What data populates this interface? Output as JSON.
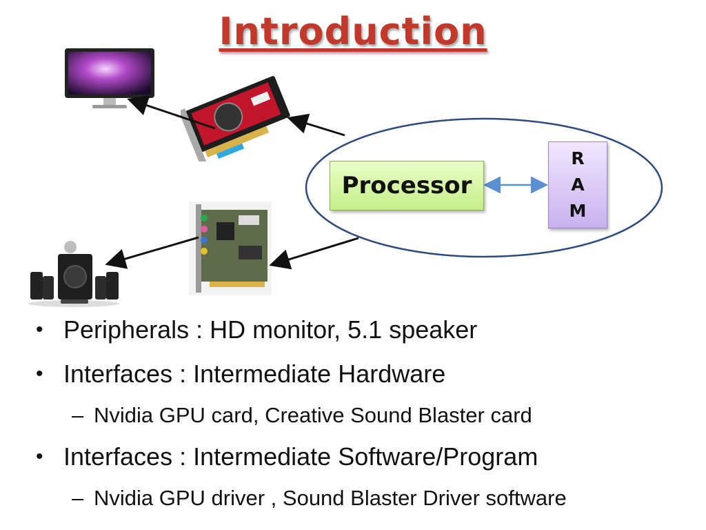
{
  "title": "Introduction",
  "diagram": {
    "processor": "Processor",
    "ram": [
      "R",
      "A",
      "M"
    ]
  },
  "bullets": [
    {
      "level": 1,
      "text": "Peripherals :  HD monitor, 5.1 speaker"
    },
    {
      "level": 1,
      "text": "Interfaces :  Intermediate Hardware"
    },
    {
      "level": 2,
      "text": "Nvidia GPU card,  Creative Sound Blaster card"
    },
    {
      "level": 1,
      "text": "Interfaces : Intermediate Software/Program"
    },
    {
      "level": 2,
      "text": "Nvidia GPU driver , Sound Blaster Driver software"
    }
  ],
  "colors": {
    "title": "#c0392b",
    "ellipse": "#2e4a7d",
    "arrow": "#111111",
    "ram_arrow": "#5b8fd0"
  }
}
